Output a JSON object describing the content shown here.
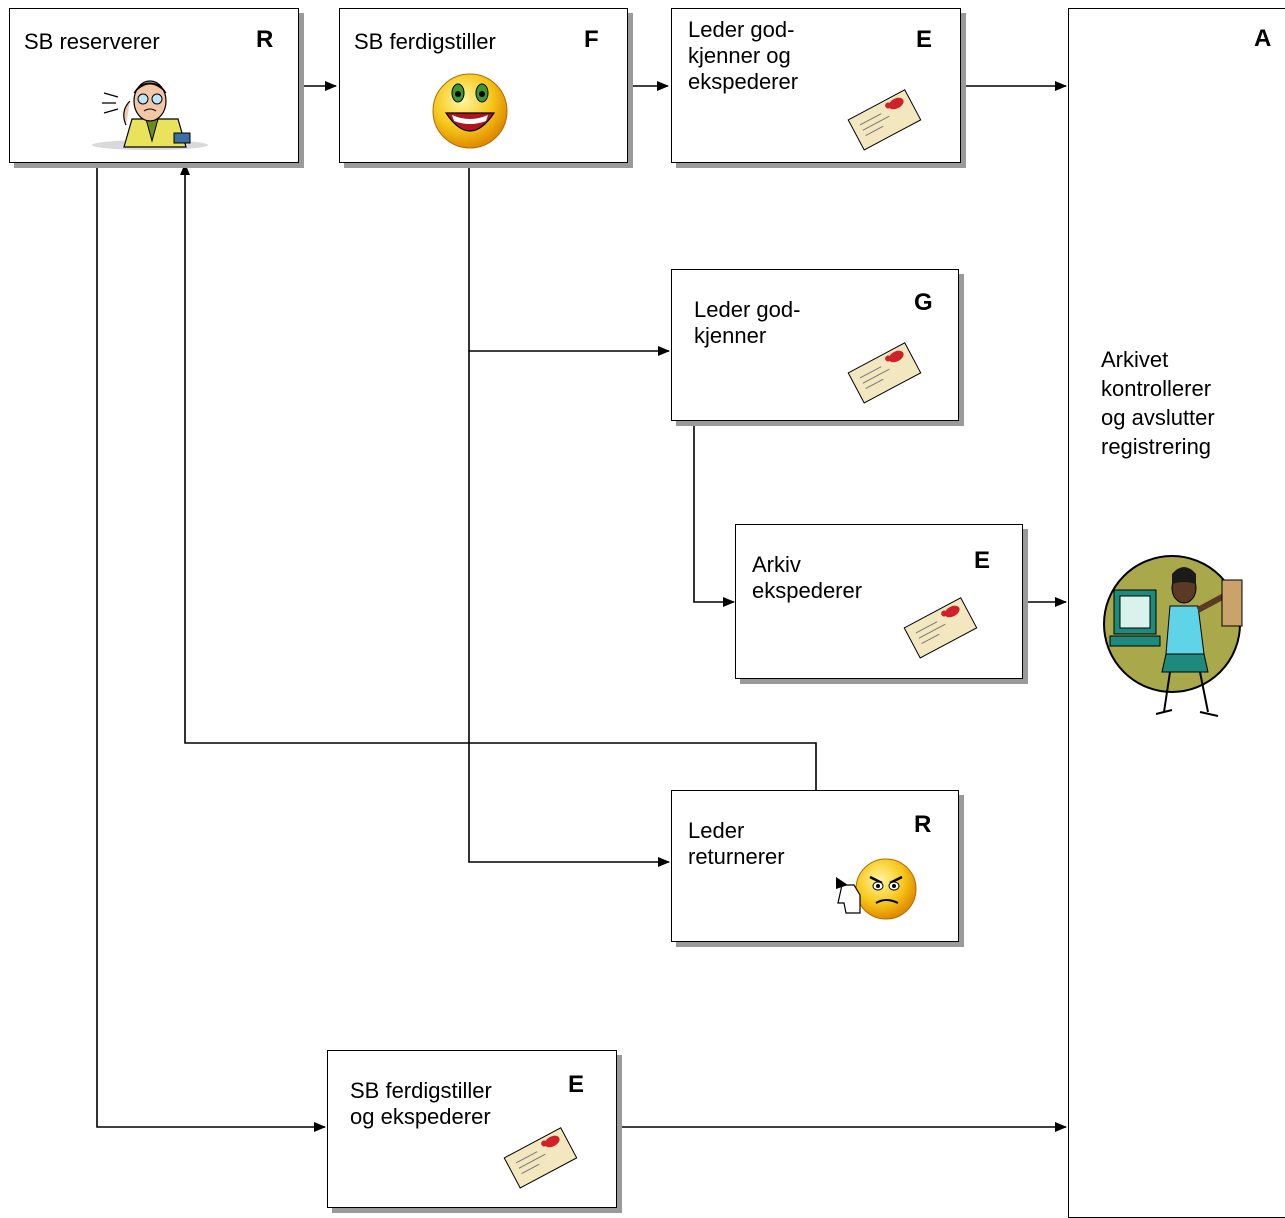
{
  "nodes": {
    "sb_reserverer": {
      "label": "SB reserverer",
      "code": "R"
    },
    "sb_ferdigstiller": {
      "label": "SB ferdigstiller",
      "code": "F"
    },
    "leder_godkjenner_ekspederer": {
      "label": "Leder god-\nkjenner og\nekspederer",
      "code": "E"
    },
    "leder_godkjenner": {
      "label": "Leder god-\nkjenner",
      "code": "G"
    },
    "arkiv_ekspederer": {
      "label": "Arkiv\nekspederer",
      "code": "E"
    },
    "leder_returnerer": {
      "label": "Leder\nreturnerer",
      "code": "R"
    },
    "sb_ferdigstiller_ekspederer": {
      "label": "SB ferdigstiller\nog ekspederer",
      "code": "E"
    },
    "arkivet": {
      "label": "Arkivet\nkontrollerer\nog avslutter\nregistrering",
      "code": "A"
    }
  },
  "icons": {
    "reserverer": "thinking-man-icon",
    "ferdigstiller": "laughing-smiley-icon",
    "envelope": "envelope-icon",
    "returnerer": "angry-thumbs-down-smiley-icon",
    "arkivet": "archive-worker-icon"
  },
  "colors": {
    "line": "#000000",
    "shadow": "#9a9a9a",
    "smiley": "#f7c81b",
    "envelope": "#f3e7c0",
    "seal": "#d0202a",
    "circle_bg": "#a9a84a"
  }
}
